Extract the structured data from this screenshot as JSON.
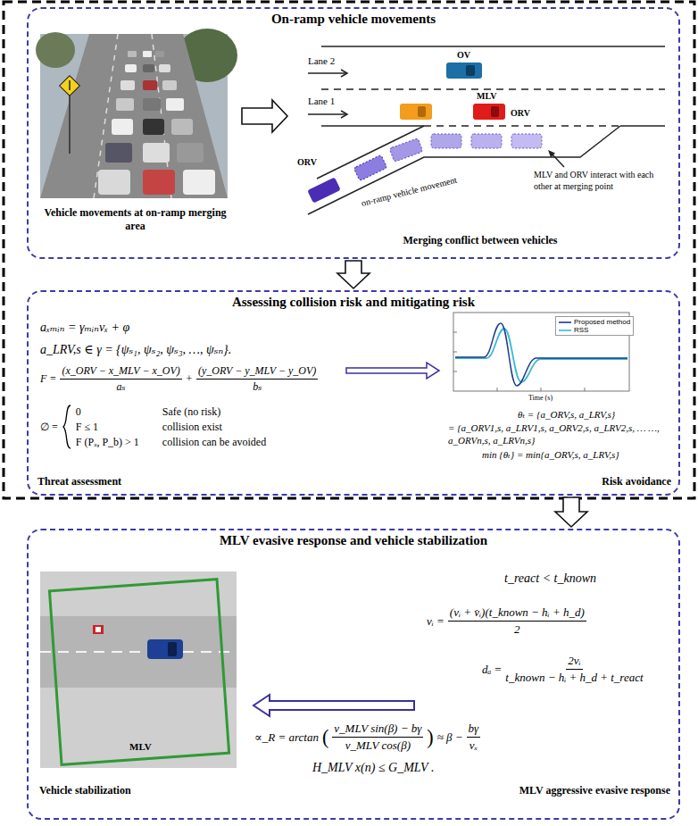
{
  "diagram": {
    "nodes": [
      {
        "text": [
          "On-ramp vehicle movements"
        ]
      },
      {
        "text": [
          "Vehicle movements at on-ramp merging area"
        ],
        "in": 0
      },
      {
        "text": [
          "Merging conflict between vehicles"
        ],
        "in": 0
      },
      {
        "text": [
          "Assessing collision risk and mitigating risk"
        ]
      },
      {
        "text": [
          "Threat assessment"
        ],
        "in": 3
      },
      {
        "text": [
          "Risk avoidance"
        ],
        "in": 3
      },
      {
        "text": [
          "MLV evasive response and vehicle stabilization"
        ]
      },
      {
        "text": [
          "Vehicle stabilization"
        ],
        "in": 6
      },
      {
        "text": [
          "MLV aggressive evasive response"
        ],
        "in": 6
      }
    ],
    "edges": [
      {
        "from": 1,
        "to": 2,
        "arrow": "to"
      },
      {
        "from": 0,
        "to": 3,
        "arrow": "to"
      },
      {
        "from": 4,
        "to": 5,
        "arrow": "to"
      },
      {
        "from": 3,
        "to": 6,
        "arrow": "to"
      },
      {
        "from": 8,
        "to": 7,
        "arrow": "to"
      }
    ],
    "labels": [
      "Lane 2",
      "Lane 1",
      "OV",
      "MLV",
      "ORV",
      "ORV",
      "on-ramp vehicle movement",
      "MLV and ORV interact with each other at merging point",
      "aₓₘᵢₙ = γₘᵢₙvₓ + φ",
      "a_LRV,s ∈ γ = {ψₛ₁, ψₛ₂, ψₛ₃, …, ψₛₙ}.",
      "F =",
      "(x_ORV − x_MLV − x_OV)",
      "aₛ",
      "+",
      "(y_ORV − y_MLV − y_OV)",
      "bₛ",
      "∅ =",
      "0",
      "Safe (no risk)",
      "F ≤ 1",
      "collision exist",
      "F (Pₐ, P_b) > 1",
      "collision can be avoided",
      "θₜ = {a_ORV,s, a_LRV,s}",
      "= {a_ORV1,s, a_LRV1,s, a_ORV2,s, a_LRV2,s, … …, a_ORVn,s, a_LRVn,s}",
      "min {θₜ} = min{a_ORV,s, a_LRV,s}",
      "Time (s)",
      "MLV",
      "t_react < t_known",
      "vᵢ =",
      "(vᵢ + v̇ᵢ)(t_known − hᵢ + h_d)",
      "2",
      "dₐ =",
      "2vᵢ",
      "t_known − hᵢ + h_d + t_react",
      "∝_R = arctan",
      "(",
      "v_MLV sin(β) − bγ",
      "v_MLV cos(β)",
      ")",
      "≈ β −",
      "bγ",
      "vₓ",
      "H_MLV x(n) ≤ G_MLV ."
    ],
    "legend": [
      {
        "text": "Proposed method"
      },
      {
        "text": "RSS"
      }
    ]
  }
}
